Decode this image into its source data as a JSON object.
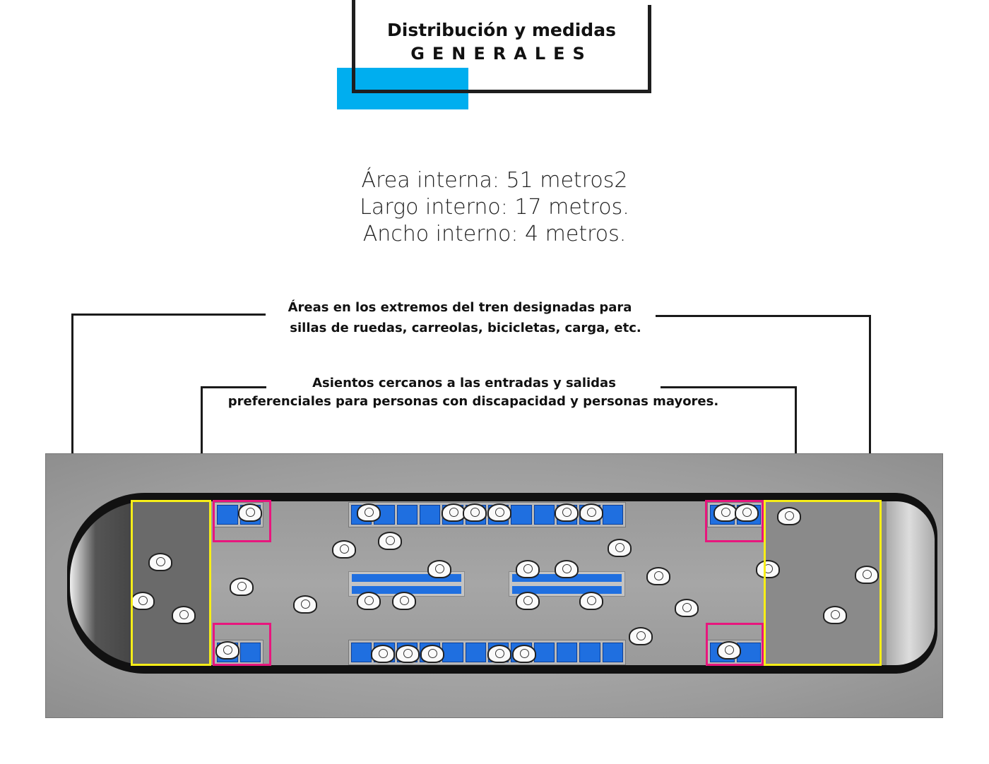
{
  "header": {
    "title_line1": "Distribución y medidas",
    "title_line2": "GENERALES",
    "accent_color": "#00aeef"
  },
  "measurements": [
    "Área interna: 51 metros2",
    "Largo interno: 17 metros.",
    "Ancho interno: 4 metros."
  ],
  "annotations": {
    "end_areas": {
      "line1": "Áreas en los extremos del tren designadas para",
      "line2": "sillas de ruedas, carreolas, bicicletas, carga, etc.",
      "color": "#f7ee17"
    },
    "preferential_seats": {
      "line1": "Asientos cercanos a las entradas y salidas",
      "line2": "preferenciales para personas con discapacidad y personas mayores.",
      "color": "#e8167d"
    }
  },
  "seat_color": "#1f6fe0"
}
